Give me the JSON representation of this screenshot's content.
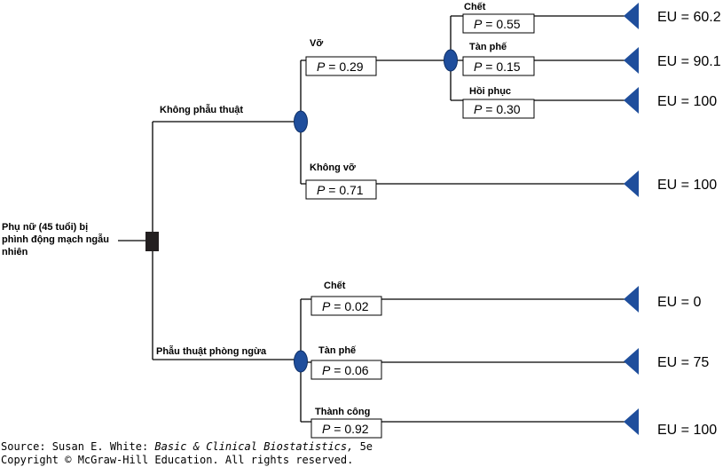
{
  "root": {
    "label_lines": [
      "Phụ nữ (45 tuổi) bị",
      "phình động mạch ngẫu",
      "nhiên"
    ]
  },
  "branches": {
    "no_surgery": {
      "label": "Không phẫu thuật",
      "rupture": {
        "label": "Vỡ",
        "p": "0.29",
        "outcomes": [
          {
            "label": "Chết",
            "p": "0.55",
            "eu": "EU = 60.2"
          },
          {
            "label": "Tàn phế",
            "p": "0.15",
            "eu": "EU = 90.1"
          },
          {
            "label": "Hồi phục",
            "p": "0.30",
            "eu": "EU = 100"
          }
        ]
      },
      "no_rupture": {
        "label": "Không vỡ",
        "p": "0.71",
        "eu": "EU = 100"
      }
    },
    "surgery": {
      "label": "Phẫu thuật phòng ngừa",
      "outcomes": [
        {
          "label": "Chết",
          "p": "0.02",
          "eu": "EU = 0"
        },
        {
          "label": "Tàn phế",
          "p": "0.06",
          "eu": "EU = 75"
        },
        {
          "label": "Thành công",
          "p": "0.92",
          "eu": "EU = 100"
        }
      ]
    }
  },
  "prob_prefix": "P",
  "prob_eq": " = ",
  "colors": {
    "chance_node": "#1f4e9c",
    "terminal": "#1f4e9c",
    "decision_node": "#231f20"
  },
  "source": {
    "line1_prefix": "Source: Susan E. White: ",
    "line1_title": "Basic & Clinical Biostatistics,",
    "line1_suffix": " 5e",
    "line2": "Copyright © McGraw-Hill Education. All rights reserved."
  }
}
